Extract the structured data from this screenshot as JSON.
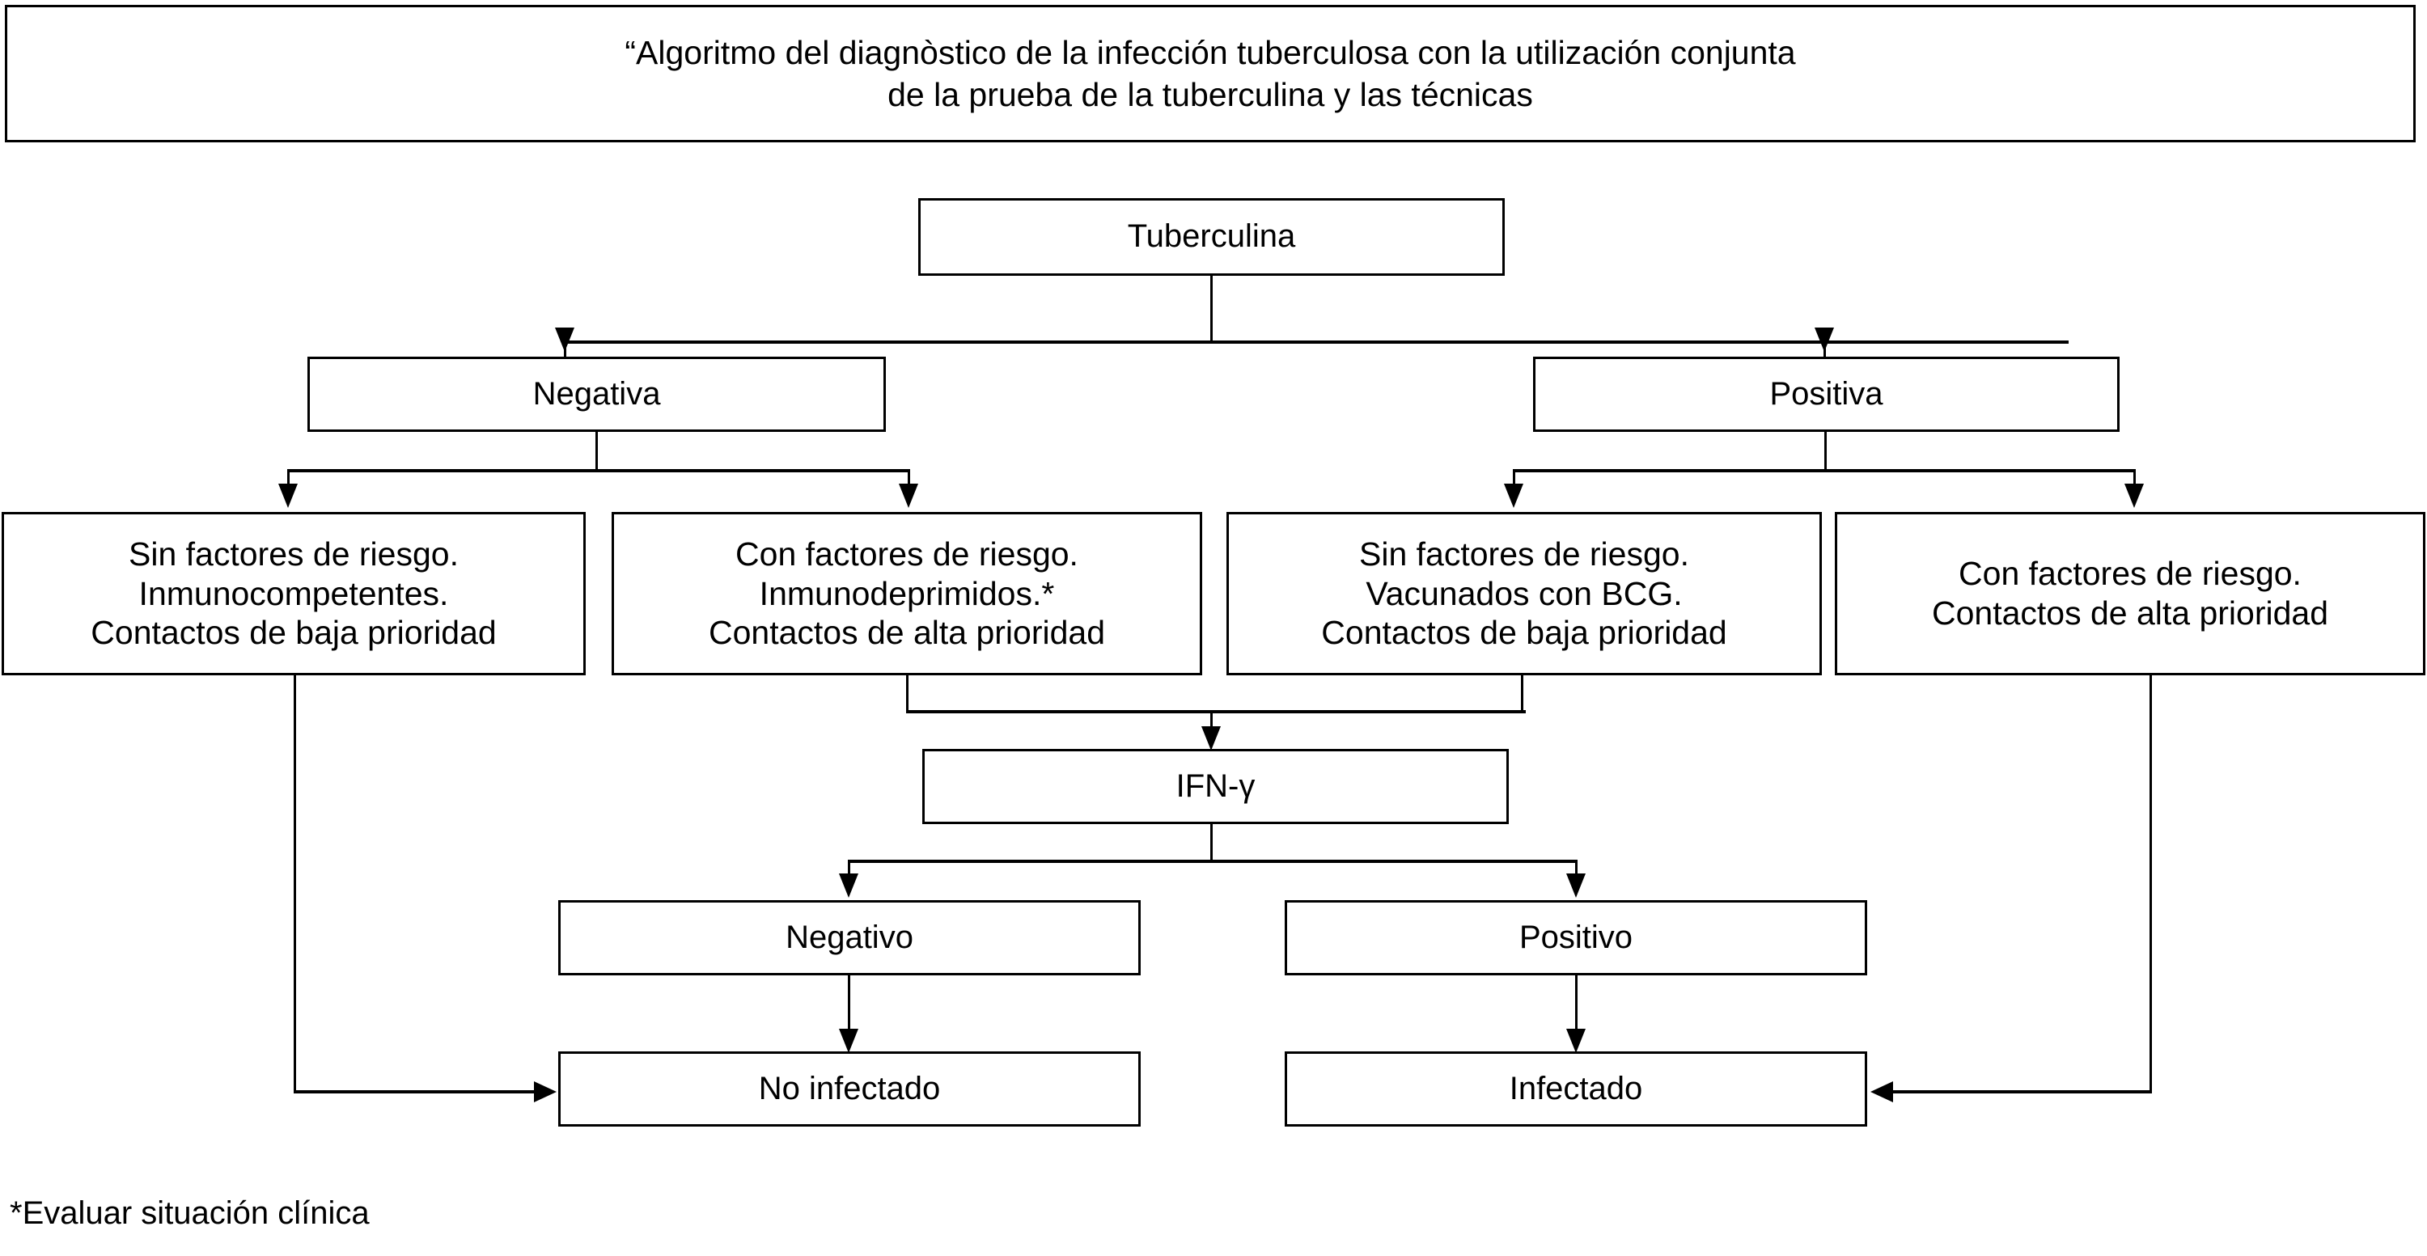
{
  "title": {
    "text": "“Algoritmo del diagnòstico de la infección tuberculosa con la utilización conjunta\nde la prueba de la tuberculina y las técnicas",
    "line1": "“Algoritmo del diagnòstico de la infección tuberculosa con la utilización conjunta",
    "line2": "de la prueba de la tuberculina y las técnicas"
  },
  "nodes": {
    "root": {
      "label": "Tuberculina"
    },
    "tuberculina_negativa": {
      "label": "Negativa"
    },
    "tuberculina_positiva": {
      "label": "Positiva"
    },
    "neg_sin_riesgo": {
      "label": "Sin factores de riesgo.\nInmunocompetentes.\nContactos de baja prioridad"
    },
    "neg_con_riesgo": {
      "label": "Con factores de riesgo.\nInmunodeprimidos.*\nContactos de alta prioridad"
    },
    "pos_sin_riesgo": {
      "label": "Sin factores de riesgo.\nVacunados con BCG.\nContactos de  baja prioridad"
    },
    "pos_con_riesgo": {
      "label": "Con factores de riesgo.\nContactos de alta prioridad"
    },
    "ifn_gamma": {
      "label": "IFN-γ"
    },
    "ifn_negativo": {
      "label": "Negativo"
    },
    "ifn_positivo": {
      "label": "Positivo"
    },
    "no_infectado": {
      "label": "No infectado"
    },
    "infectado": {
      "label": "Infectado"
    }
  },
  "footnote": {
    "text": "*Evaluar situación clínica"
  },
  "colors": {
    "background": "#ffffff",
    "stroke": "#000000",
    "text": "#000000"
  },
  "chart_data": {
    "type": "diagram",
    "title": "“Algoritmo del diagnòstico de la infección tuberculosa con la utilización conjunta de la prueba de la tuberculina y las técnicas",
    "nodes": [
      {
        "id": "root",
        "label": "Tuberculina",
        "level": 0
      },
      {
        "id": "tuberculina_negativa",
        "label": "Negativa",
        "level": 1
      },
      {
        "id": "tuberculina_positiva",
        "label": "Positiva",
        "level": 1
      },
      {
        "id": "neg_sin_riesgo",
        "label": "Sin factores de riesgo. Inmunocompetentes. Contactos de baja prioridad",
        "level": 2
      },
      {
        "id": "neg_con_riesgo",
        "label": "Con factores de riesgo. Inmunodeprimidos.* Contactos de alta prioridad",
        "level": 2
      },
      {
        "id": "pos_sin_riesgo",
        "label": "Sin factores de riesgo. Vacunados con BCG. Contactos de  baja prioridad",
        "level": 2
      },
      {
        "id": "pos_con_riesgo",
        "label": "Con factores de riesgo. Contactos de alta prioridad",
        "level": 2
      },
      {
        "id": "ifn_gamma",
        "label": "IFN-γ",
        "level": 3
      },
      {
        "id": "ifn_negativo",
        "label": "Negativo",
        "level": 4
      },
      {
        "id": "ifn_positivo",
        "label": "Positivo",
        "level": 4
      },
      {
        "id": "no_infectado",
        "label": "No infectado",
        "level": 5
      },
      {
        "id": "infectado",
        "label": "Infectado",
        "level": 5
      }
    ],
    "edges": [
      {
        "from": "root",
        "to": "tuberculina_negativa"
      },
      {
        "from": "root",
        "to": "tuberculina_positiva"
      },
      {
        "from": "tuberculina_negativa",
        "to": "neg_sin_riesgo"
      },
      {
        "from": "tuberculina_negativa",
        "to": "neg_con_riesgo"
      },
      {
        "from": "tuberculina_positiva",
        "to": "pos_sin_riesgo"
      },
      {
        "from": "tuberculina_positiva",
        "to": "pos_con_riesgo"
      },
      {
        "from": "neg_con_riesgo",
        "to": "ifn_gamma"
      },
      {
        "from": "pos_sin_riesgo",
        "to": "ifn_gamma"
      },
      {
        "from": "ifn_gamma",
        "to": "ifn_negativo"
      },
      {
        "from": "ifn_gamma",
        "to": "ifn_positivo"
      },
      {
        "from": "ifn_negativo",
        "to": "no_infectado"
      },
      {
        "from": "ifn_positivo",
        "to": "infectado"
      },
      {
        "from": "neg_sin_riesgo",
        "to": "no_infectado"
      },
      {
        "from": "pos_con_riesgo",
        "to": "infectado"
      }
    ],
    "footnote": "*Evaluar situación clínica"
  }
}
